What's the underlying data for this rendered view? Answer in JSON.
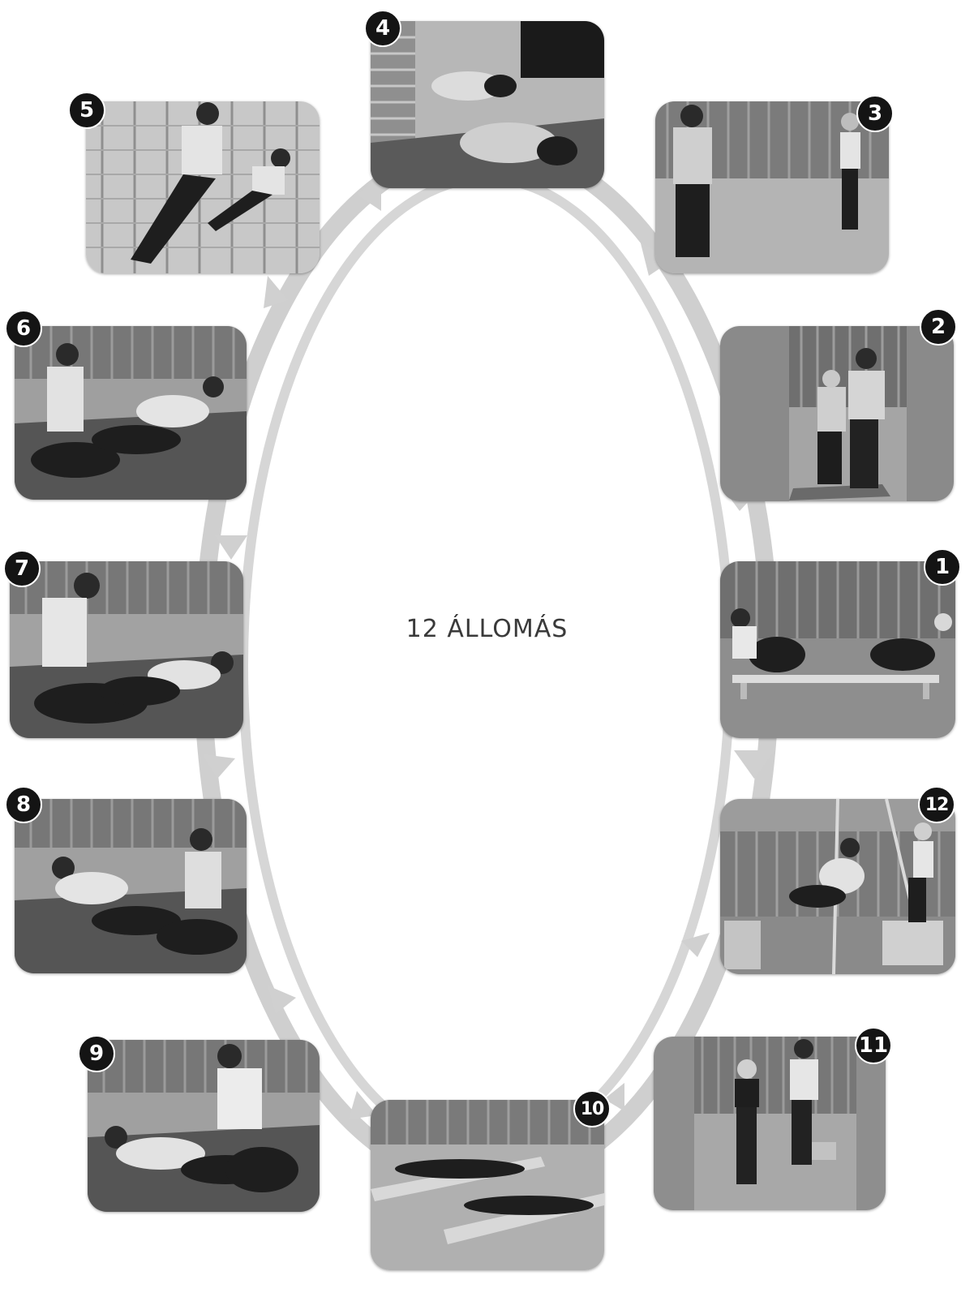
{
  "diagram": {
    "title": "12 ÁLLOMÁS",
    "colors": {
      "ring": "#cfcfcf",
      "badge": "#141414",
      "badge_text": "#ffffff"
    },
    "stations": [
      {
        "number": "1",
        "icon": "sit-up-bench-photo"
      },
      {
        "number": "2",
        "icon": "balance-board-photo"
      },
      {
        "number": "3",
        "icon": "partner-ball-throw-photo"
      },
      {
        "number": "4",
        "icon": "mat-stretch-photo"
      },
      {
        "number": "5",
        "icon": "wall-bars-photo"
      },
      {
        "number": "6",
        "icon": "side-lying-partner-photo"
      },
      {
        "number": "7",
        "icon": "side-plank-partner-photo"
      },
      {
        "number": "8",
        "icon": "side-lift-partner-photo"
      },
      {
        "number": "9",
        "icon": "side-reach-partner-photo"
      },
      {
        "number": "10",
        "icon": "bench-prone-lift-photo"
      },
      {
        "number": "11",
        "icon": "step-jump-photo"
      },
      {
        "number": "12",
        "icon": "rope-climb-photo"
      }
    ]
  }
}
